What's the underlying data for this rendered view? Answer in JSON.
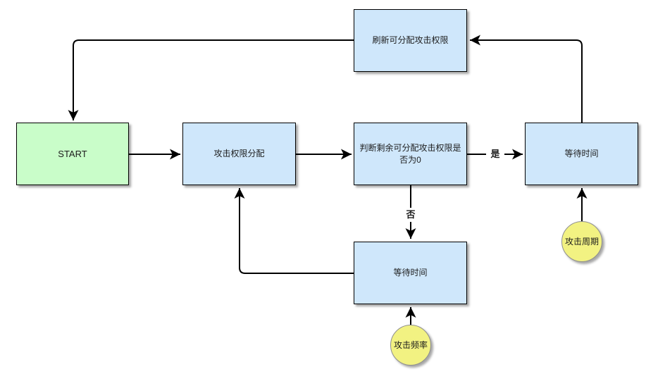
{
  "diagram": {
    "type": "flowchart",
    "background_color": "#ffffff",
    "colors": {
      "process_fill": "#cfe7fb",
      "start_fill": "#c9fdc9",
      "parameter_fill": "#f2f282",
      "line_color": "#000000",
      "text_color": "#1c1c1c"
    },
    "nodes": {
      "refresh": {
        "label": "刷新可分配攻击权限",
        "shape": "rectangle",
        "fill": "#cfe7fb"
      },
      "start": {
        "label": "START",
        "shape": "rectangle",
        "fill": "#c9fdc9"
      },
      "alloc": {
        "label": "攻击权限分配",
        "shape": "rectangle",
        "fill": "#cfe7fb"
      },
      "decision": {
        "label": "判断剩余可分配攻击权限是否为0",
        "shape": "rectangle",
        "fill": "#cfe7fb"
      },
      "wait_right": {
        "label": "等待时间",
        "shape": "rectangle",
        "fill": "#cfe7fb"
      },
      "wait_lower": {
        "label": "等待时间",
        "shape": "rectangle",
        "fill": "#cfe7fb"
      },
      "cycle": {
        "label": "攻击周期",
        "shape": "circle",
        "fill": "#f2f282"
      },
      "freq": {
        "label": "攻击频率",
        "shape": "circle",
        "fill": "#f2f282"
      }
    },
    "edges": {
      "refresh_to_start": {
        "from": "refresh",
        "to": "start",
        "label": ""
      },
      "start_to_alloc": {
        "from": "start",
        "to": "alloc",
        "label": ""
      },
      "alloc_to_decision": {
        "from": "alloc",
        "to": "decision",
        "label": ""
      },
      "decision_to_wait_right": {
        "from": "decision",
        "to": "wait_right",
        "label": "是"
      },
      "wait_right_to_refresh": {
        "from": "wait_right",
        "to": "refresh",
        "label": ""
      },
      "decision_to_wait_lower": {
        "from": "decision",
        "to": "wait_lower",
        "label": "否"
      },
      "wait_lower_to_alloc": {
        "from": "wait_lower",
        "to": "alloc",
        "label": ""
      },
      "cycle_to_wait_right": {
        "from": "cycle",
        "to": "wait_right",
        "label": ""
      },
      "freq_to_wait_lower": {
        "from": "freq",
        "to": "wait_lower",
        "label": ""
      }
    },
    "yes_label": "是",
    "no_label": "否"
  }
}
